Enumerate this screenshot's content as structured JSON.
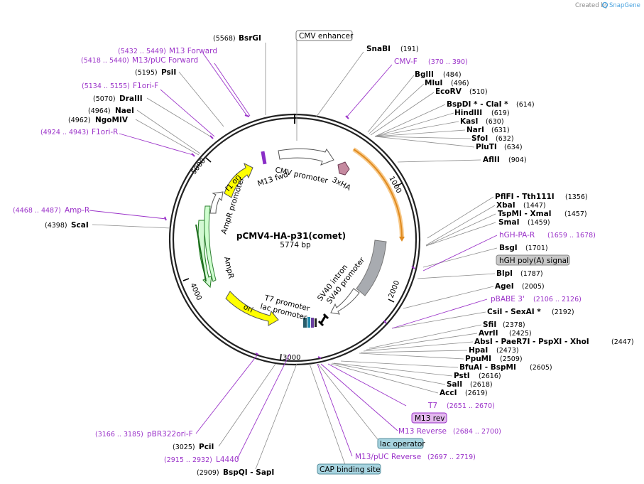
{
  "credit": {
    "created_by": "Created by",
    "brand": "SnapGene"
  },
  "plasmid": {
    "name": "pCMV4-HA-p31(comet)",
    "length": "5774 bp"
  },
  "ticks": [
    "1000",
    "2000",
    "3000",
    "4000",
    "5000"
  ],
  "features": {
    "cmv_promoter": "CMV promoter",
    "ha": "3xHA",
    "m13fwd": "M13 fwd",
    "f1ori": "f1 ori",
    "ampr_promoter": "AmpR promoter",
    "ampr": "AmpR",
    "ori": "ori",
    "t7_promoter": "T7 promoter",
    "lac_promoter": "lac promoter",
    "sv40_intron": "SV40 intron",
    "sv40_promoter": "SV40 promoter"
  },
  "boxed": {
    "cmv_enhancer": "CMV enhancer",
    "hgh_polya": "hGH poly(A) signal",
    "m13_rev": "M13 rev",
    "lac_operator": "lac operator",
    "cap_site": "CAP binding site"
  },
  "sites": {
    "bsrgi": {
      "name": "BsrGI",
      "pos": "(5568)"
    },
    "snabi": {
      "name": "SnaBI",
      "pos": "(191)"
    },
    "bglii": {
      "name": "BglII",
      "pos": "(484)"
    },
    "mlui": {
      "name": "MluI",
      "pos": "(496)"
    },
    "ecorv": {
      "name": "EcoRV",
      "pos": "(510)"
    },
    "bspdi": {
      "name": "BspDI * - ClaI *",
      "pos": "(614)"
    },
    "hindiii": {
      "name": "HindIII",
      "pos": "(619)"
    },
    "kasi": {
      "name": "KasI",
      "pos": "(630)"
    },
    "nari": {
      "name": "NarI",
      "pos": "(631)"
    },
    "sfoi": {
      "name": "SfoI",
      "pos": "(632)"
    },
    "pluti": {
      "name": "PluTI",
      "pos": "(634)"
    },
    "aflii": {
      "name": "AflII",
      "pos": "(904)"
    },
    "pflfi": {
      "name": "PflFI - Tth111I",
      "pos": "(1356)"
    },
    "xbai": {
      "name": "XbaI",
      "pos": "(1447)"
    },
    "tspmi": {
      "name": "TspMI - XmaI",
      "pos": "(1457)"
    },
    "smai": {
      "name": "SmaI",
      "pos": "(1459)"
    },
    "bsgi": {
      "name": "BsgI",
      "pos": "(1701)"
    },
    "blpi": {
      "name": "BlpI",
      "pos": "(1787)"
    },
    "agei": {
      "name": "AgeI",
      "pos": "(2005)"
    },
    "csii": {
      "name": "CsiI - SexAI *",
      "pos": "(2192)"
    },
    "sfii": {
      "name": "SfiI",
      "pos": "(2378)"
    },
    "avrii": {
      "name": "AvrII",
      "pos": "(2425)"
    },
    "absi": {
      "name": "AbsI - PaeR7I - PspXI - XhoI",
      "pos": "(2447)"
    },
    "hpai": {
      "name": "HpaI",
      "pos": "(2473)"
    },
    "ppumi": {
      "name": "PpuMI",
      "pos": "(2509)"
    },
    "bfuai": {
      "name": "BfuAI - BspMI",
      "pos": "(2605)"
    },
    "psti": {
      "name": "PstI",
      "pos": "(2616)"
    },
    "sali": {
      "name": "SalI",
      "pos": "(2618)"
    },
    "acci": {
      "name": "AccI",
      "pos": "(2619)"
    },
    "bspqi": {
      "name": "BspQI - SapI",
      "pos": "(2909)"
    },
    "pcii": {
      "name": "PciI",
      "pos": "(3025)"
    },
    "scai": {
      "name": "ScaI",
      "pos": "(4398)"
    },
    "ngomiv": {
      "name": "NgoMIV",
      "pos": "(4962)"
    },
    "naei": {
      "name": "NaeI",
      "pos": "(4964)"
    },
    "draiii": {
      "name": "DraIII",
      "pos": "(5070)"
    },
    "psii": {
      "name": "PsiI",
      "pos": "(5195)"
    }
  },
  "primers": {
    "m13fwd": {
      "name": "M13 Forward",
      "pos": "(5432 .. 5449)"
    },
    "m13puc_fwd": {
      "name": "M13/pUC Forward",
      "pos": "(5418 .. 5440)"
    },
    "f1ori_f": {
      "name": "F1ori-F",
      "pos": "(5134 .. 5155)"
    },
    "f1ori_r": {
      "name": "F1ori-R",
      "pos": "(4924 .. 4943)"
    },
    "amp_r": {
      "name": "Amp-R",
      "pos": "(4468 .. 4487)"
    },
    "cmv_f": {
      "name": "CMV-F",
      "pos": "(370 .. 390)"
    },
    "hgh_pa_r": {
      "name": "hGH-PA-R",
      "pos": "(1659 .. 1678)"
    },
    "pbabe3": {
      "name": "pBABE 3'",
      "pos": "(2106 .. 2126)"
    },
    "t7": {
      "name": "T7",
      "pos": "(2651 .. 2670)"
    },
    "m13_reverse": {
      "name": "M13 Reverse",
      "pos": "(2684 .. 2700)"
    },
    "m13puc_rev": {
      "name": "M13/pUC Reverse",
      "pos": "(2697 .. 2719)"
    },
    "pbr322ori_f": {
      "name": "pBR322ori-F",
      "pos": "(3166 .. 3185)"
    },
    "l4440": {
      "name": "L4440",
      "pos": "(2915 .. 2932)"
    }
  }
}
